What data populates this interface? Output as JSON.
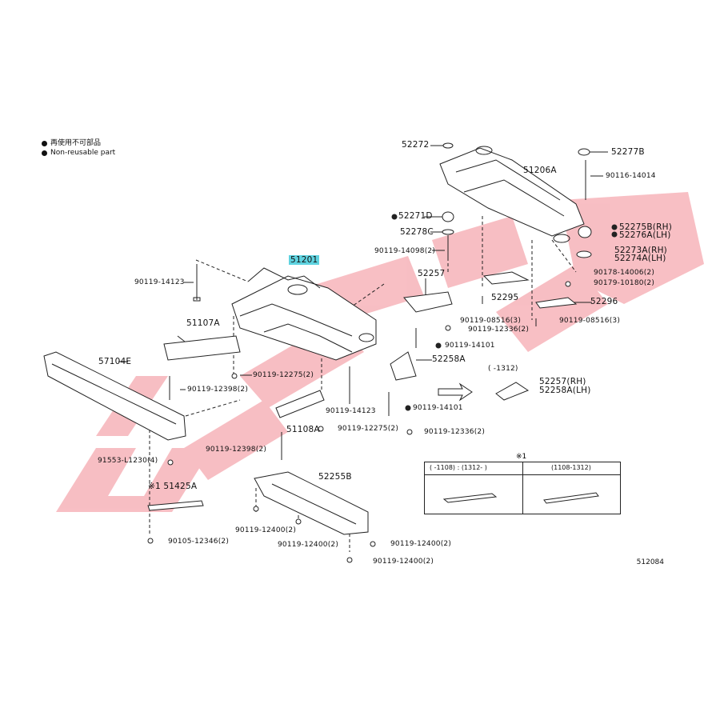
{
  "legend": {
    "jp": "再使用不可部品",
    "en": "Non-reusable part"
  },
  "labels": {
    "p51201": "51201",
    "p52272": "52272",
    "p51206A": "51206A",
    "p52277B": "52277B",
    "p90116": "90116-14014",
    "p52271D": "52271D",
    "p52278C": "52278C",
    "p52275B": "52275B(RH)",
    "p52276A": "52276A(LH)",
    "p52273A": "52273A(RH)",
    "p52274A": "52274A(LH)",
    "p90119_14098": "90119-14098(2)",
    "p90119_14123a": "90119-14123",
    "p52257": "52257",
    "p90178": "90178-14006(2)",
    "p90179": "90179-10180(2)",
    "p52295": "52295",
    "p52296": "52296",
    "p51107A": "51107A",
    "p90119_08516a": "90119-08516(3)",
    "p90119_12336a": "90119-12336(2)",
    "p90119_08516b": "90119-08516(3)",
    "p90119_14101a": "90119-14101",
    "p52258A": "52258A",
    "p57104E": "57104E",
    "p90119_12275a": "90119-12275(2)",
    "p90119_12398a": "90119-12398(2)",
    "p_range1312": "( -1312)",
    "p52257rh": "52257(RH)",
    "p52258alh": "52258A(LH)",
    "p90119_14123b": "90119-14123",
    "p90119_14101b": "90119-14101",
    "p51108A": "51108A",
    "p90119_12275b": "90119-12275(2)",
    "p90119_12336b": "90119-12336(2)",
    "p90119_12398b": "90119-12398(2)",
    "p91553": "91553-L1230(4)",
    "p51425A": "※1 51425A",
    "p52255B": "52255B",
    "p90119_12400a": "90119-12400(2)",
    "p90119_12400b": "90119-12400(2)",
    "p90119_12400c": "90119-12400(2)",
    "p90119_12400d": "90119-12400(2)",
    "p90105": "90105-12346(2)",
    "figure_code": "512084"
  },
  "inset": {
    "marker": "※1",
    "col1": "( -1108) : (1312- )",
    "col2": "(1108-1312)"
  },
  "colors": {
    "highlight": "#5fd3e0",
    "watermark": "#f28a93",
    "line": "#222222"
  }
}
